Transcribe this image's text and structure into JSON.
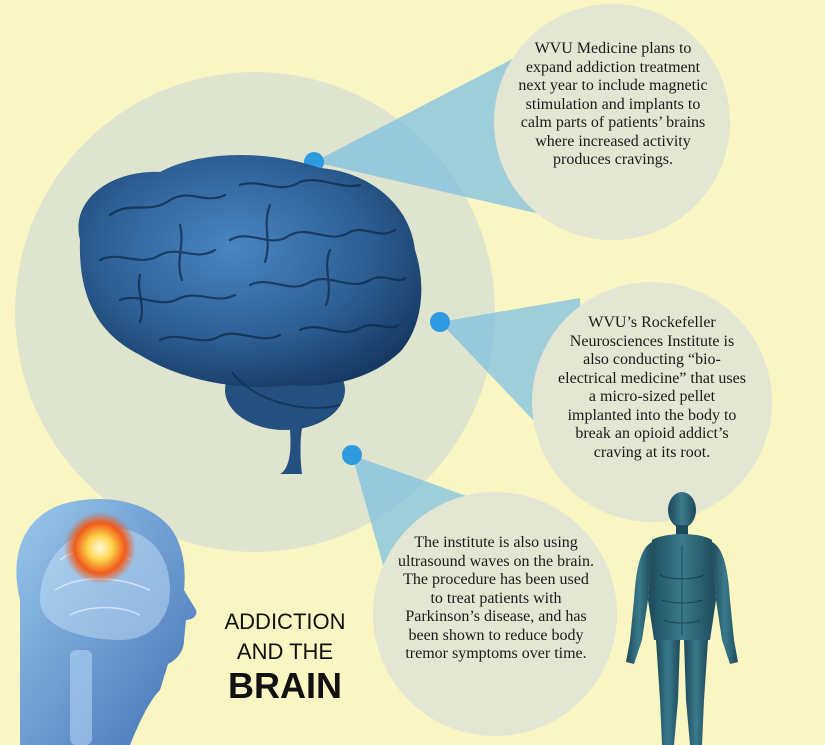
{
  "title": {
    "line1": "ADDICTION",
    "line2": "AND THE",
    "line3": "BRAIN"
  },
  "callouts": [
    {
      "text": "WVU Medicine plans to expand addiction treatment next year to include magnetic stimulation and implants to calm parts of patients’ brains where increased activity produces cravings."
    },
    {
      "text": "WVU’s Rockefeller Neurosciences Institute is also conducting “bio-electrical medicine” that uses a micro-sized pellet implanted into the body to break an opioid addict’s craving at its root."
    },
    {
      "text": "The institute is also using ultrasound waves on the brain. The procedure has been used to treat patients with Parkinson’s disease, and has been shown to reduce body tremor symptoms over time."
    }
  ],
  "colors": {
    "background": "#f9f6c4",
    "circle": "#dfe4cf",
    "beam": "#7fc0e0",
    "dot": "#2e9ae0",
    "brain": "#2d5f95"
  }
}
